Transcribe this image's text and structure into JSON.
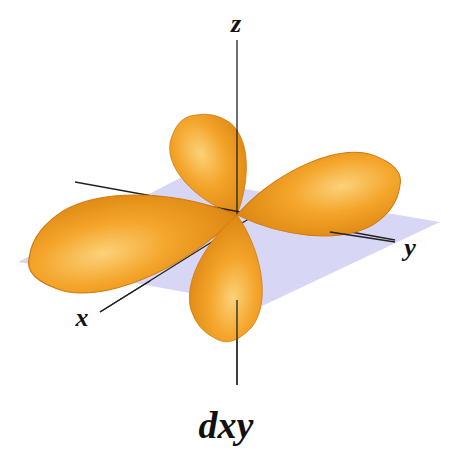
{
  "diagram": {
    "caption": "dxy",
    "labels": [
      "z",
      "y",
      "x"
    ]
  }
}
